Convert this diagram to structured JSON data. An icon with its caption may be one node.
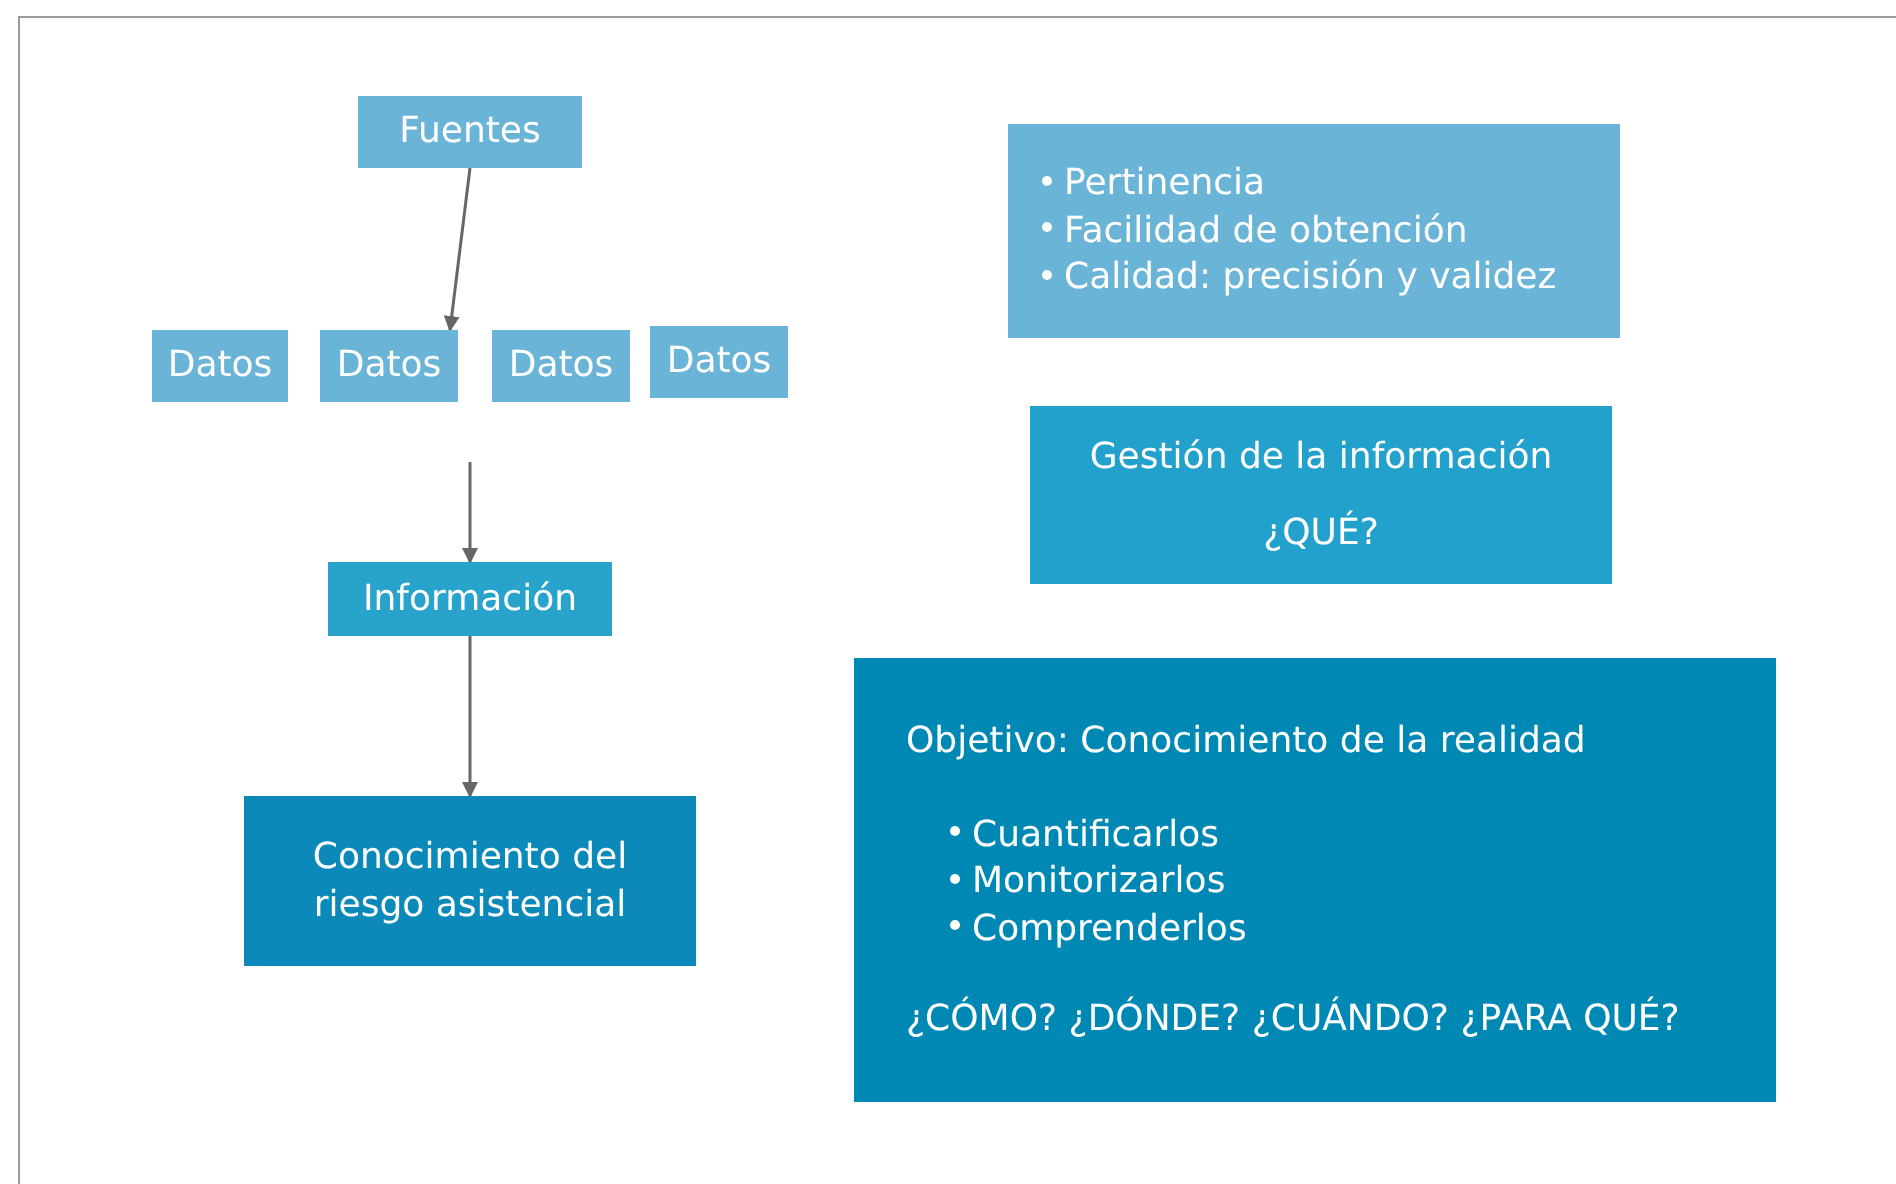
{
  "diagram": {
    "nodes": [
      {
        "text": [
          "Fuentes"
        ]
      },
      {
        "text": [
          "Datos"
        ]
      },
      {
        "text": [
          "Datos"
        ]
      },
      {
        "text": [
          "Datos"
        ]
      },
      {
        "text": [
          "Datos"
        ]
      },
      {
        "text": [
          "Información"
        ]
      },
      {
        "text": [
          "Conocimiento del riesgo asistencial"
        ]
      },
      {
        "text": [
          "Pertinencia",
          "Facilidad de obtención",
          "Calidad: precisión y validez"
        ]
      },
      {
        "text": [
          "Gestión de la información",
          "¿QUÉ?"
        ]
      },
      {
        "text": [
          "Objetivo: Conocimiento de la realidad",
          "Cuantificarlos",
          "Monitorizarlos",
          "Comprenderlos",
          "¿CÓMO? ¿DÓNDE? ¿CUÁNDO? ¿PARA QUÉ?"
        ]
      }
    ],
    "edges": [
      {
        "from": 0,
        "to": 2,
        "arrow": "to"
      },
      {
        "from": null,
        "to": 5,
        "arrow": "to"
      },
      {
        "from": 5,
        "to": 6,
        "arrow": "to"
      }
    ]
  }
}
